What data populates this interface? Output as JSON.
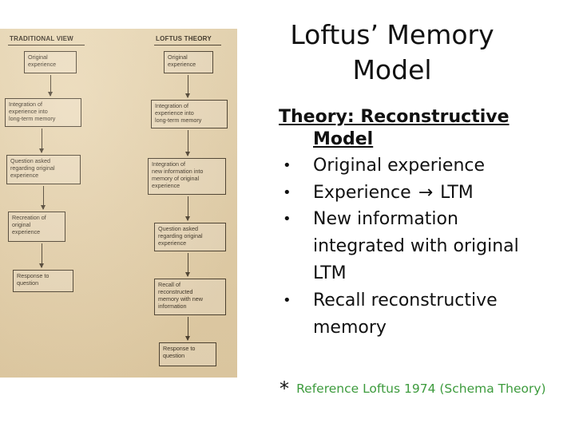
{
  "slide": {
    "title_line1": "Loftus’ Memory",
    "title_line2": "Model",
    "subtitle_line1": "Theory: Reconstructive",
    "subtitle_line2": "Model",
    "bullets": [
      {
        "marker": "•",
        "lines": [
          "Original experience"
        ]
      },
      {
        "marker": "•",
        "lines": [
          "Experience",
          "LTM"
        ],
        "arrow": "→"
      },
      {
        "marker": "•",
        "lines": [
          "New information",
          "integrated with original",
          "LTM"
        ]
      },
      {
        "marker": "•",
        "lines": [
          "Recall reconstructive",
          "memory"
        ]
      }
    ],
    "reference_marker": "*",
    "reference_text": "Reference Loftus 1974 (Schema Theory)",
    "colors": {
      "reference": "#3d9b3d",
      "photo_paper": "#e6d2ac",
      "ink": "#4e4230"
    }
  },
  "diagram": {
    "traditional_view": {
      "heading": "TRADITIONAL VIEW",
      "boxes": [
        "Original\nexperience",
        "Integration of\nexperience into\nlong-term memory",
        "Question asked\nregarding original\nexperience",
        "Recreation of\noriginal\nexperience",
        "Response to\nquestion"
      ]
    },
    "loftus_theory": {
      "heading": "LOFTUS THEORY",
      "boxes": [
        "Original\nexperience",
        "Integration of\nexperience into\nlong-term memory",
        "Integration of\nnew information into\nmemory of original\nexperience",
        "Question asked\nregarding original\nexperience",
        "Recall of\nreconstructed\nmemory with new\ninformation",
        "Response to\nquestion"
      ]
    }
  }
}
